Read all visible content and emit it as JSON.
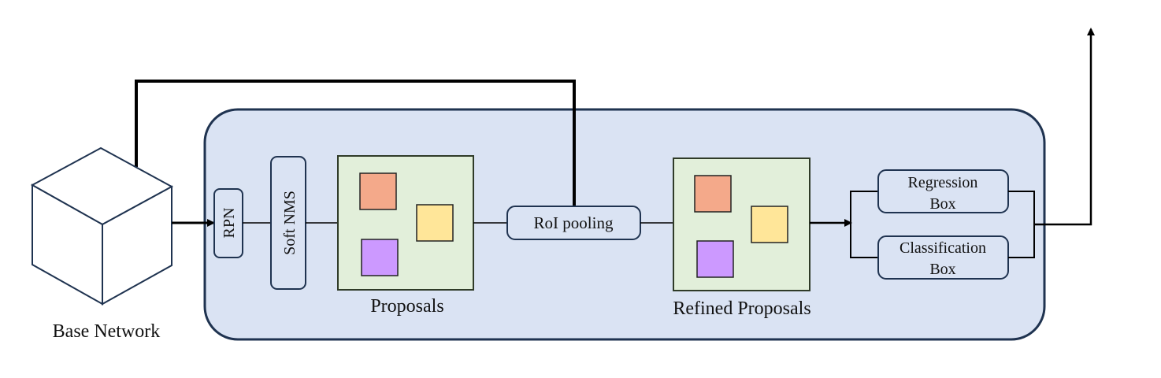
{
  "diagram": {
    "base_network_label": "Base Network",
    "rpn_label": "RPN",
    "soft_nms_label": "Soft NMS",
    "proposals_label": "Proposals",
    "roi_pooling_label": "RoI pooling",
    "refined_proposals_label": "Refined Proposals",
    "regression_box_line1": "Regression",
    "regression_box_line2": "Box",
    "classification_box_line1": "Classification",
    "classification_box_line2": "Box"
  },
  "colors": {
    "panel_fill": "#dae3f3",
    "panel_stroke": "#1f3350",
    "node_fill": "#dae3f3",
    "node_stroke": "#1f3350",
    "proposal_box_fill": "#e2efda",
    "proposal_box_stroke": "#2f3b28",
    "square_salmon": "#f4a98a",
    "square_yellow": "#ffe699",
    "square_purple": "#cc99ff",
    "line": "#000000"
  }
}
